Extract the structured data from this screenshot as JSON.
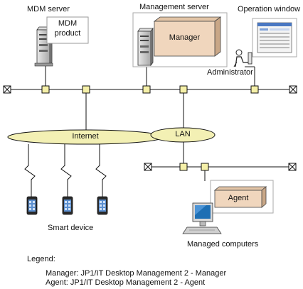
{
  "labels": {
    "mdm_server": "MDM server",
    "mdm_product_line1": "MDM",
    "mdm_product_line2": "product",
    "management_server": "Management server",
    "manager": "Manager",
    "operation_window": "Operation window",
    "administrator": "Administrator",
    "internet": "Internet",
    "lan": "LAN",
    "agent": "Agent",
    "smart_device": "Smart device",
    "managed_computers": "Managed computers"
  },
  "legend": {
    "title": "Legend:",
    "line1": "Manager: JP1/IT Desktop Management 2 - Manager",
    "line2": "Agent: JP1/IT Desktop Management 2 - Agent"
  },
  "colors": {
    "cloud_fill": "#f3f0b4",
    "tan_box": "#f0d6bd",
    "tan_box_dark": "#d7b99b",
    "node_fill": "#f5f0a8",
    "monitor_blue": "#1e6fb4"
  }
}
